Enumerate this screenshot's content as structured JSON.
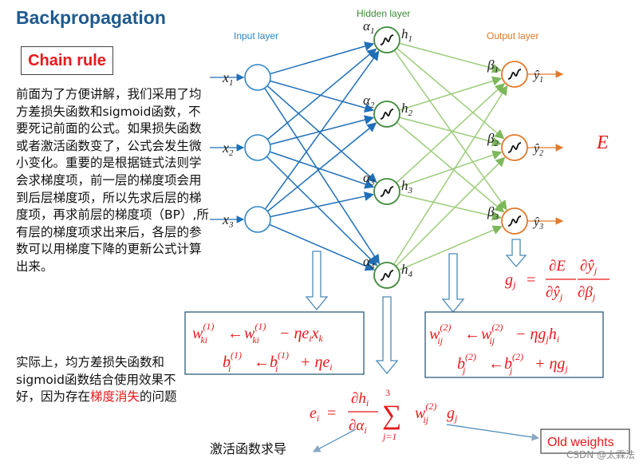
{
  "title": "Backpropagation",
  "chain_rule_label": "Chain rule",
  "body_text": {
    "part1": "前面为了方便讲解，我们采用了均方差损失函数和sigmoid函数，不要死记前面的公式。如果损失函数或者激活函数变了，公式会发生微小变化。重要的是根据链式法则学会求梯度项，前一层的梯度项会用到后层梯度项，所以先求后层的梯度项，再求前层的梯度项（BP）,所有层的梯度项求出来后，各层的参数可以用梯度下降的更新公式计算出来。"
  },
  "note_text": {
    "before": "实际上，均方差损失函数和sigmoid函数结合使用效果不好，因为存在",
    "highlight": "梯度消失",
    "after": "的问题"
  },
  "layers": {
    "input": "Input layer",
    "hidden": "Hidden layer",
    "output": "Output layer"
  },
  "input_nodes": [
    {
      "name": "x",
      "sub": "1"
    },
    {
      "name": "x",
      "sub": "2"
    },
    {
      "name": "x",
      "sub": "3"
    }
  ],
  "hidden_nodes": [
    {
      "alpha": "α",
      "sub": "1",
      "h": "h",
      "hsub": "1"
    },
    {
      "alpha": "α",
      "sub": "2",
      "h": "h",
      "hsub": "2"
    },
    {
      "alpha": "α",
      "sub": "3",
      "h": "h",
      "hsub": "3"
    },
    {
      "alpha": "α",
      "sub": "4",
      "h": "h",
      "hsub": "4"
    }
  ],
  "output_nodes": [
    {
      "beta": "β",
      "sub": "1",
      "y": "ŷ",
      "ysub": "1"
    },
    {
      "beta": "β",
      "sub": "2",
      "y": "ŷ",
      "ysub": "2"
    },
    {
      "beta": "β",
      "sub": "3",
      "y": "ŷ",
      "ysub": "3"
    }
  ],
  "loss_symbol": "E",
  "formulas": {
    "g_j": "g_j = ∂E/∂ŷ_j · ∂ŷ_j/∂β_j",
    "input_update_w": "w_ki^(1) ← w_ki^(1) − η e_i x_k",
    "input_update_b": "b_i^(1) ← b_i^(1) + η e_i",
    "output_update_w": "w_ij^(2) ← w_ij^(2) − η g_j h_i",
    "output_update_b": "b_j^(2) ← b_j^(2) + η g_j",
    "e_i": "e_i = ∂h_i/∂α_i Σ_{j=1}^{3} w_ij^(2) g_j",
    "sum_upper": "3",
    "sum_lower": "j=1"
  },
  "activation_derivative_label": "激活函数求导",
  "old_weights_label": "Old weights",
  "watermark": "CSDN @太霖法",
  "colors": {
    "title": "#1f5a8f",
    "red": "#e8191b",
    "input_node": "#2e86c8",
    "hidden_node": "#3f8a3a",
    "output_node": "#e07a2c",
    "input_edges": "#1f6fb8",
    "hidden_edges": "#9ccc7a",
    "formula_box": "#2c5a7a",
    "arrow": "#4a8ab8"
  }
}
